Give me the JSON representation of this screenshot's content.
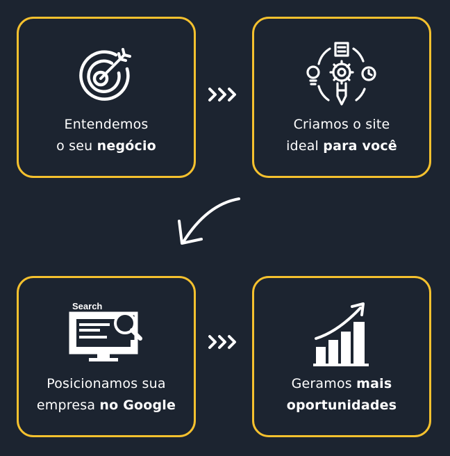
{
  "steps": [
    {
      "text": "Entendemos",
      "text2_plain": "o seu ",
      "text2_bold": "negócio",
      "icon": "target-icon"
    },
    {
      "text": "Criamos o site",
      "text2_plain": "ideal ",
      "text2_bold": "para você",
      "icon": "creative-process-icon"
    },
    {
      "text": "Posicionamos sua",
      "text2_plain": "empresa ",
      "text2_bold": "no Google",
      "icon": "search-monitor-icon",
      "icon_label": "Search"
    },
    {
      "text_plain": "Geramos ",
      "text_bold": "mais",
      "text2_bold": "oportunidades",
      "icon": "growth-chart-icon"
    }
  ],
  "colors": {
    "background": "#1c2430",
    "border": "#f5c12e",
    "text": "#ffffff"
  }
}
